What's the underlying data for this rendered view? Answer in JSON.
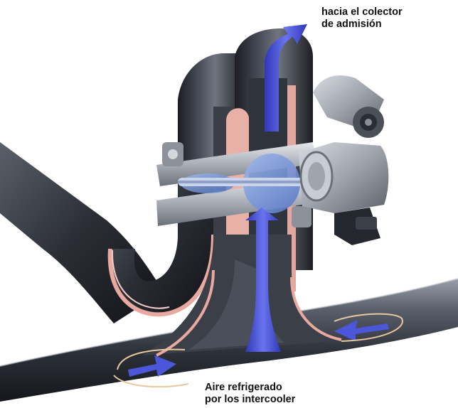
{
  "labels": {
    "outlet": {
      "line1": "hacia el colector",
      "line2": "de admisión"
    },
    "inlet": {
      "line1": "Aire refrigerado",
      "line2": "por los intercooler"
    }
  },
  "colors": {
    "background": "#ffffff",
    "pipe_dark": "#2b2e36",
    "pipe_mid": "#4a4f5a",
    "pipe_light": "#8a909c",
    "cut_edge": "#e8a9a0",
    "arrow_blue": "#4b57d8",
    "metal": "#b9bdc4",
    "label_text": "#111111"
  }
}
